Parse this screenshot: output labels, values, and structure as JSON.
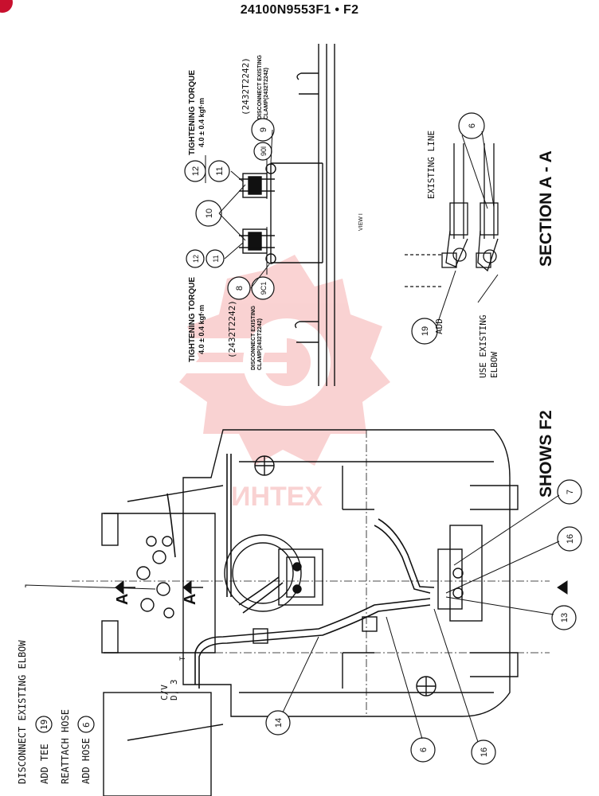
{
  "header": {
    "doc_number": "24100N9553F1 • F2"
  },
  "views": {
    "section_title": "SECTION A - A",
    "shows_label": "SHOWS F2",
    "view_label": "VIEW I",
    "watermark": "ИНТЕХ"
  },
  "legend": [
    {
      "text": "DISCONNECT EXISTING ELBOW",
      "ref": ""
    },
    {
      "text": "ADD TEE",
      "ref": "19"
    },
    {
      "text": "REATTACH HOSE",
      "ref": ""
    },
    {
      "text": "ADD HOSE",
      "ref": "6"
    }
  ],
  "annotations": {
    "torque_top_title": "TIGHTENING TORQUE",
    "torque_top_value": "4.0 ± 0.4 kgf·m",
    "torque_bottom_title": "TIGHTENING TORQUE",
    "torque_bottom_value": "4.0 ± 0.4 kgf·m",
    "part_top": "(2432T2242)",
    "part_bottom": "(2432T2242)",
    "clamp_top_1": "DISCONNECT EXISTING",
    "clamp_top_2": "CLAMP(2432T2242)",
    "clamp_bottom_1": "DISCONNECT EXISTING",
    "clamp_bottom_2": "CLAMP(2432T2242)",
    "existing_line": "EXISTING LINE",
    "add": "ADD",
    "use_existing_1": "USE EXISTING",
    "use_existing_2": "ELBOW",
    "cv_label_1": "C/V",
    "cv_label_2": "D, 3",
    "arrow_a": "A",
    "t_label": "T"
  },
  "callouts": {
    "c9": "9",
    "c90l": "90l",
    "c12a": "12",
    "c11a": "11",
    "c10": "10",
    "c12b": "12",
    "c11b": "11",
    "c8": "8",
    "c9c1": "9C1",
    "c6sec": "6",
    "c19": "19",
    "c7": "7",
    "c16a": "16",
    "c13": "13",
    "c14": "14",
    "c6": "6",
    "c16b": "16"
  },
  "colors": {
    "ink": "#111111",
    "badge": "#c8102e",
    "watermark": "#f08080"
  }
}
